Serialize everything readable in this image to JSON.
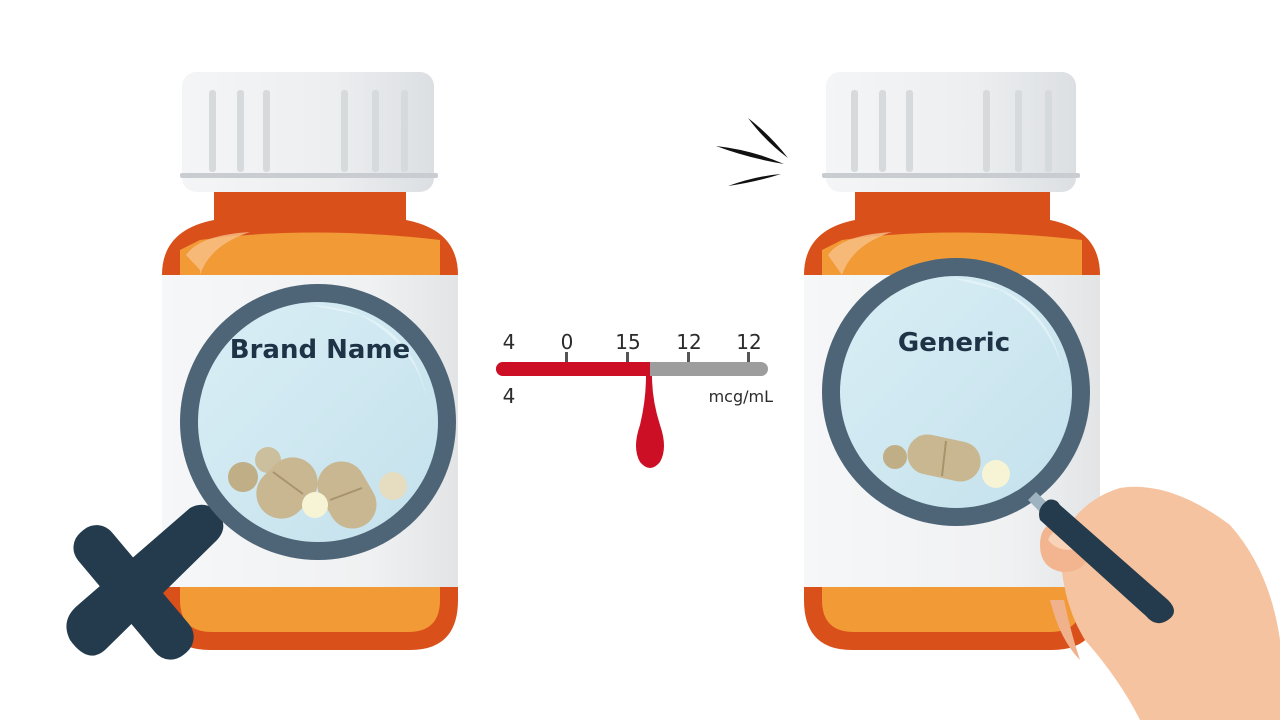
{
  "scene": {
    "description": "Brand name vs generic pill bottle comparison with blood concentration scale",
    "colors": {
      "background": "#ffffff",
      "bottle_dark": "#d9501a",
      "bottle_light": "#f29a36",
      "cap": "#eef0f1",
      "label": "#f3f4f5",
      "lens_rim": "#4e6577",
      "lens_glass": "#cfe7f0",
      "handle": "#233b4c",
      "blood_red": "#cc0f24",
      "scale_gray": "#9d9d9d",
      "pill": "#c9b791",
      "skin": "#f6c3a0"
    }
  },
  "left_bottle": {
    "lens_label": "Brand Name",
    "pill_count": 6
  },
  "right_bottle": {
    "lens_label": "Generic",
    "pill_count": 3
  },
  "scale": {
    "top_ticks": [
      "4",
      "0",
      "15",
      "12",
      "12"
    ],
    "bottom_left": "4",
    "unit": "mcg/mL",
    "fill_fraction": 0.57
  }
}
